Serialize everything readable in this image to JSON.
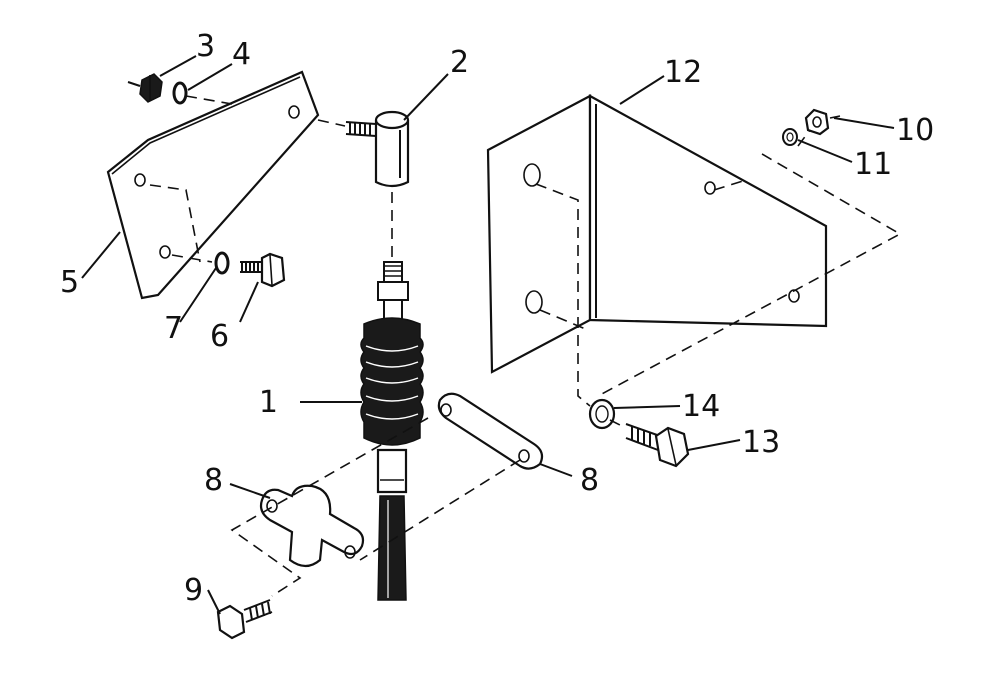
{
  "diagram": {
    "callouts": [
      {
        "id": "c1",
        "label": "1"
      },
      {
        "id": "c2",
        "label": "2"
      },
      {
        "id": "c3",
        "label": "3"
      },
      {
        "id": "c4",
        "label": "4"
      },
      {
        "id": "c5",
        "label": "5"
      },
      {
        "id": "c6",
        "label": "6"
      },
      {
        "id": "c7",
        "label": "7"
      },
      {
        "id": "c8a",
        "label": "8"
      },
      {
        "id": "c8b",
        "label": "8"
      },
      {
        "id": "c9",
        "label": "9"
      },
      {
        "id": "c10",
        "label": "10"
      },
      {
        "id": "c11",
        "label": "11"
      },
      {
        "id": "c12",
        "label": "12"
      },
      {
        "id": "c13",
        "label": "13"
      },
      {
        "id": "c14",
        "label": "14"
      }
    ]
  }
}
